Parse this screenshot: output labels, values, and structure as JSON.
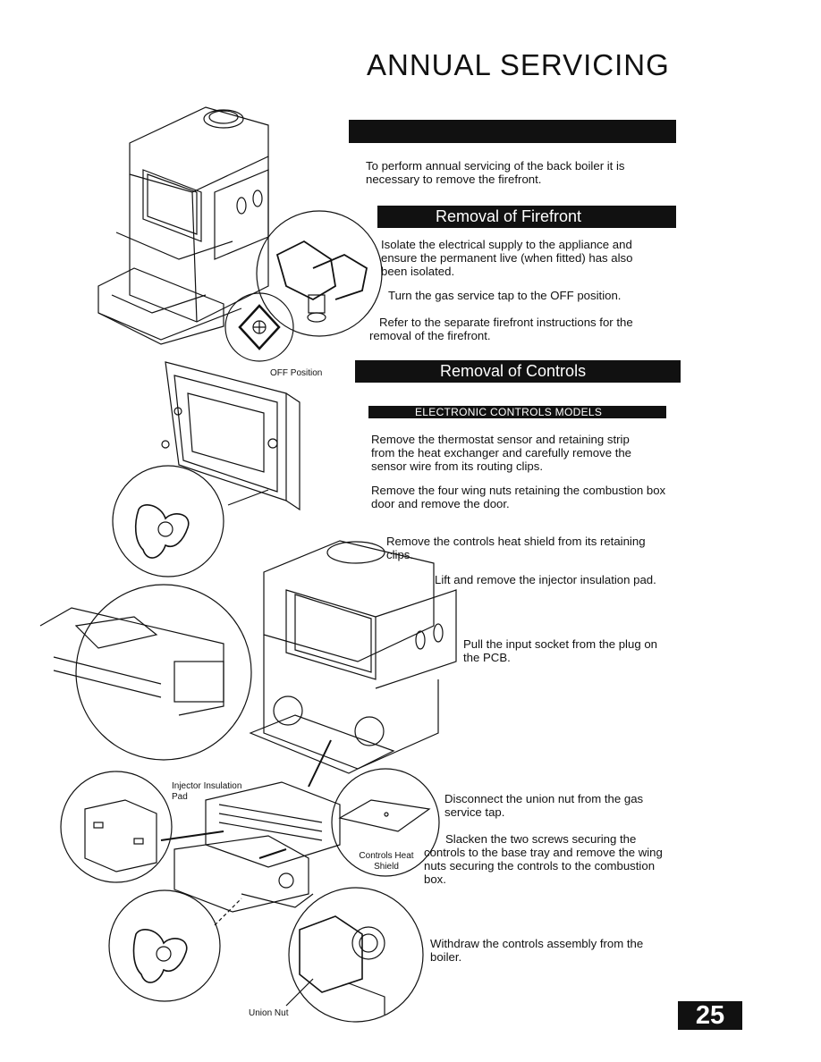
{
  "page": {
    "title": "ANNUAL SERVICING",
    "intro": "To perform annual servicing of the back boiler it is necessary to remove the firefront.",
    "page_number": "25"
  },
  "firefront": {
    "heading": "Removal of Firefront",
    "steps": [
      "Isolate the electrical supply to the appliance and ensure the permanent live (when fitted) has also been isolated.",
      "Turn the gas service tap to the OFF position.",
      "Refer to the separate firefront instructions for the removal of the firefront."
    ],
    "off_label": "OFF Position"
  },
  "controls": {
    "heading": "Removal of Controls",
    "subheading": "ELECTRONIC CONTROLS MODELS",
    "steps": [
      "Remove the thermostat sensor and retaining strip from the heat exchanger and carefully remove the sensor wire from its routing clips.",
      "Remove the four wing nuts retaining the combustion box door and remove the door.",
      "Remove the controls heat shield from its retaining clips.",
      "Lift and remove the injector insulation pad.",
      "Pull the input socket from the plug on the PCB.",
      "Disconnect the union nut from the gas service tap.",
      "Slacken the two screws securing the controls to the base tray and remove the wing nuts securing the controls to the combustion box.",
      "Withdraw the controls assembly from the boiler."
    ],
    "labels": {
      "injector_pad": "Injector Insulation Pad",
      "heat_shield": "Controls Heat Shield",
      "union_nut": "Union Nut"
    }
  }
}
